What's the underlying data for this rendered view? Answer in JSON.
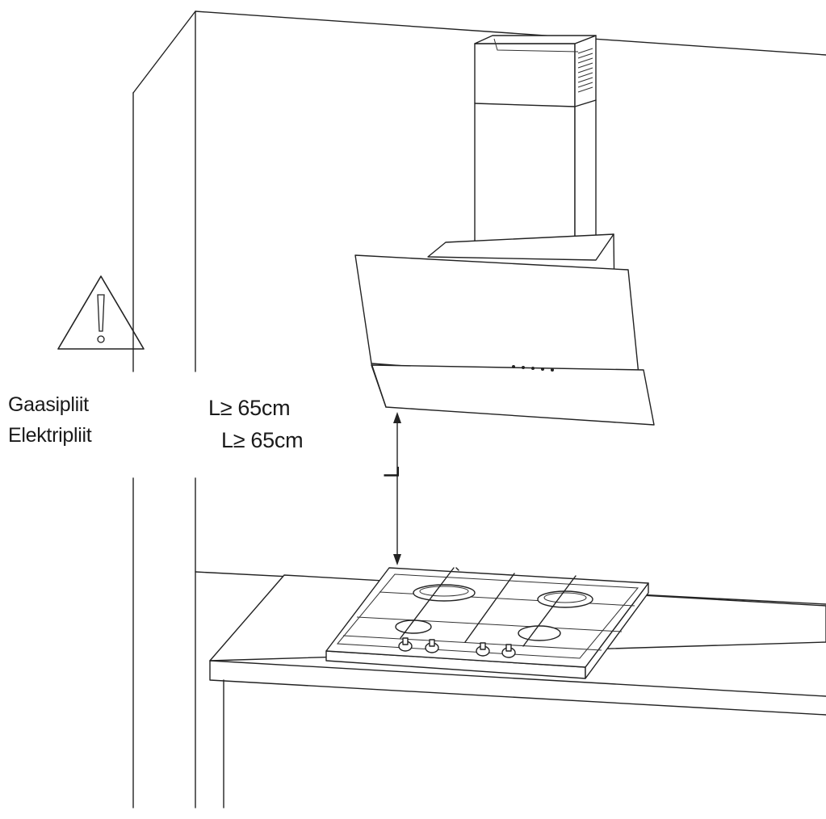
{
  "labels": {
    "gas_hob": "Gaasipliit",
    "electric_hob": "Elektripliit",
    "gas_distance": "L≥ 65cm",
    "electric_distance": "L≥ 65cm",
    "dimension_letter": "L"
  },
  "icons": {
    "warning": "warning-triangle-icon"
  },
  "colors": {
    "line": "#222222",
    "background": "#ffffff"
  }
}
